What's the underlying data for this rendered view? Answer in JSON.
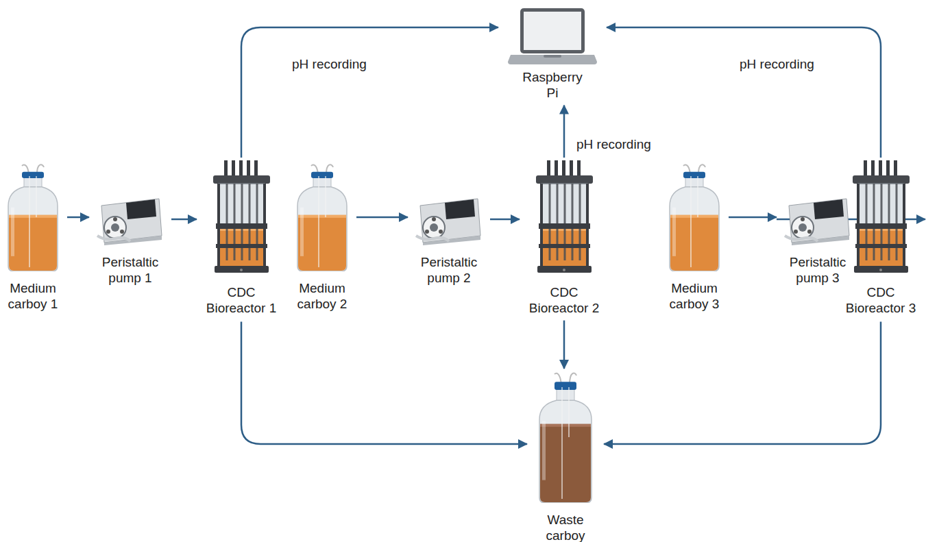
{
  "diagram": {
    "nodes": [
      {
        "text": [
          "Raspberry Pi"
        ]
      },
      {
        "text": [
          "Medium carboy 1"
        ]
      },
      {
        "text": [
          "Peristaltic pump 1"
        ]
      },
      {
        "text": [
          "CDC Bioreactor 1"
        ]
      },
      {
        "text": [
          "Medium carboy 2"
        ]
      },
      {
        "text": [
          "Peristaltic pump 2"
        ]
      },
      {
        "text": [
          "CDC Bioreactor 2"
        ]
      },
      {
        "text": [
          "Medium carboy 3"
        ]
      },
      {
        "text": [
          "Peristaltic pump 3"
        ]
      },
      {
        "text": [
          "CDC Bioreactor 3"
        ]
      },
      {
        "text": [
          "Waste carboy"
        ]
      }
    ],
    "edges": [
      {
        "from": 1,
        "to": 2,
        "arrow": "to"
      },
      {
        "from": 2,
        "to": 3,
        "arrow": "to"
      },
      {
        "from": 4,
        "to": 5,
        "arrow": "to"
      },
      {
        "from": 5,
        "to": 6,
        "arrow": "to"
      },
      {
        "from": 7,
        "to": 8,
        "arrow": "to"
      },
      {
        "from": 8,
        "to": 9,
        "arrow": "to"
      },
      {
        "from": 3,
        "to": 0,
        "label": "pH recording",
        "arrow": "to"
      },
      {
        "from": 6,
        "to": 0,
        "label": "pH recording",
        "arrow": "to"
      },
      {
        "from": 9,
        "to": 0,
        "label": "pH recording",
        "arrow": "to"
      },
      {
        "from": 3,
        "to": 10,
        "arrow": "to"
      },
      {
        "from": 6,
        "to": 10,
        "arrow": "to"
      },
      {
        "from": 9,
        "to": 10,
        "arrow": "to"
      }
    ]
  }
}
